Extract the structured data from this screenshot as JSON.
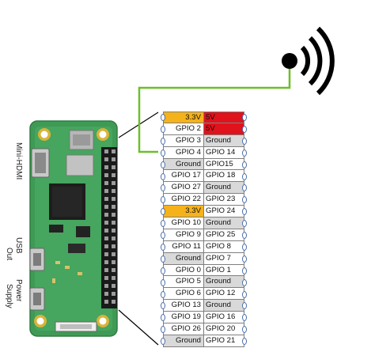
{
  "labels": {
    "mini_hdmi": "Mini-HDMI",
    "usb_out_line1": "USB",
    "usb_out_line2": "Out",
    "power_line1": "Power",
    "power_line2": "Supply"
  },
  "colors": {
    "wire": "#6cbf2a",
    "pcb": "#3e9a55",
    "three_v3": "#f5b21a",
    "five_v": "#e0121b",
    "ground": "#d9d9d9"
  },
  "icons": [
    "wireless-signal-icon",
    "raspberry-pi-zero-board"
  ],
  "pins": [
    {
      "left": "3.3V",
      "left_type": "3v3",
      "right": "5V",
      "right_type": "5v"
    },
    {
      "left": "GPIO 2",
      "left_type": "gpio",
      "right": "5V",
      "right_type": "5v"
    },
    {
      "left": "GPIO 3",
      "left_type": "gpio",
      "right": "Ground",
      "right_type": "ground"
    },
    {
      "left": "GPIO 4",
      "left_type": "gpio",
      "right": "GPIO 14",
      "right_type": "gpio"
    },
    {
      "left": "Ground",
      "left_type": "ground",
      "right": "GPIO15",
      "right_type": "gpio"
    },
    {
      "left": "GPIO 17",
      "left_type": "gpio",
      "right": "GPIO 18",
      "right_type": "gpio"
    },
    {
      "left": "GPIO 27",
      "left_type": "gpio",
      "right": "Ground",
      "right_type": "ground"
    },
    {
      "left": "GPIO 22",
      "left_type": "gpio",
      "right": "GPIO 23",
      "right_type": "gpio"
    },
    {
      "left": "3.3V",
      "left_type": "3v3",
      "right": "GPIO 24",
      "right_type": "gpio"
    },
    {
      "left": "GPIO 10",
      "left_type": "gpio",
      "right": "Ground",
      "right_type": "ground"
    },
    {
      "left": "GPIO 9",
      "left_type": "gpio",
      "right": "GPIO 25",
      "right_type": "gpio"
    },
    {
      "left": "GPIO 11",
      "left_type": "gpio",
      "right": "GPIO 8",
      "right_type": "gpio"
    },
    {
      "left": "Ground",
      "left_type": "ground",
      "right": "GPIO 7",
      "right_type": "gpio"
    },
    {
      "left": "GPIO 0",
      "left_type": "gpio",
      "right": "GPIO 1",
      "right_type": "gpio"
    },
    {
      "left": "GPIO 5",
      "left_type": "gpio",
      "right": "Ground",
      "right_type": "ground"
    },
    {
      "left": "GPIO 6",
      "left_type": "gpio",
      "right": "GPIO 12",
      "right_type": "gpio"
    },
    {
      "left": "GPIO 13",
      "left_type": "gpio",
      "right": "Ground",
      "right_type": "ground"
    },
    {
      "left": "GPIO 19",
      "left_type": "gpio",
      "right": "GPIO 16",
      "right_type": "gpio"
    },
    {
      "left": "GPIO 26",
      "left_type": "gpio",
      "right": "GPIO 20",
      "right_type": "gpio"
    },
    {
      "left": "Ground",
      "left_type": "ground",
      "right": "GPIO 21",
      "right_type": "gpio"
    }
  ]
}
